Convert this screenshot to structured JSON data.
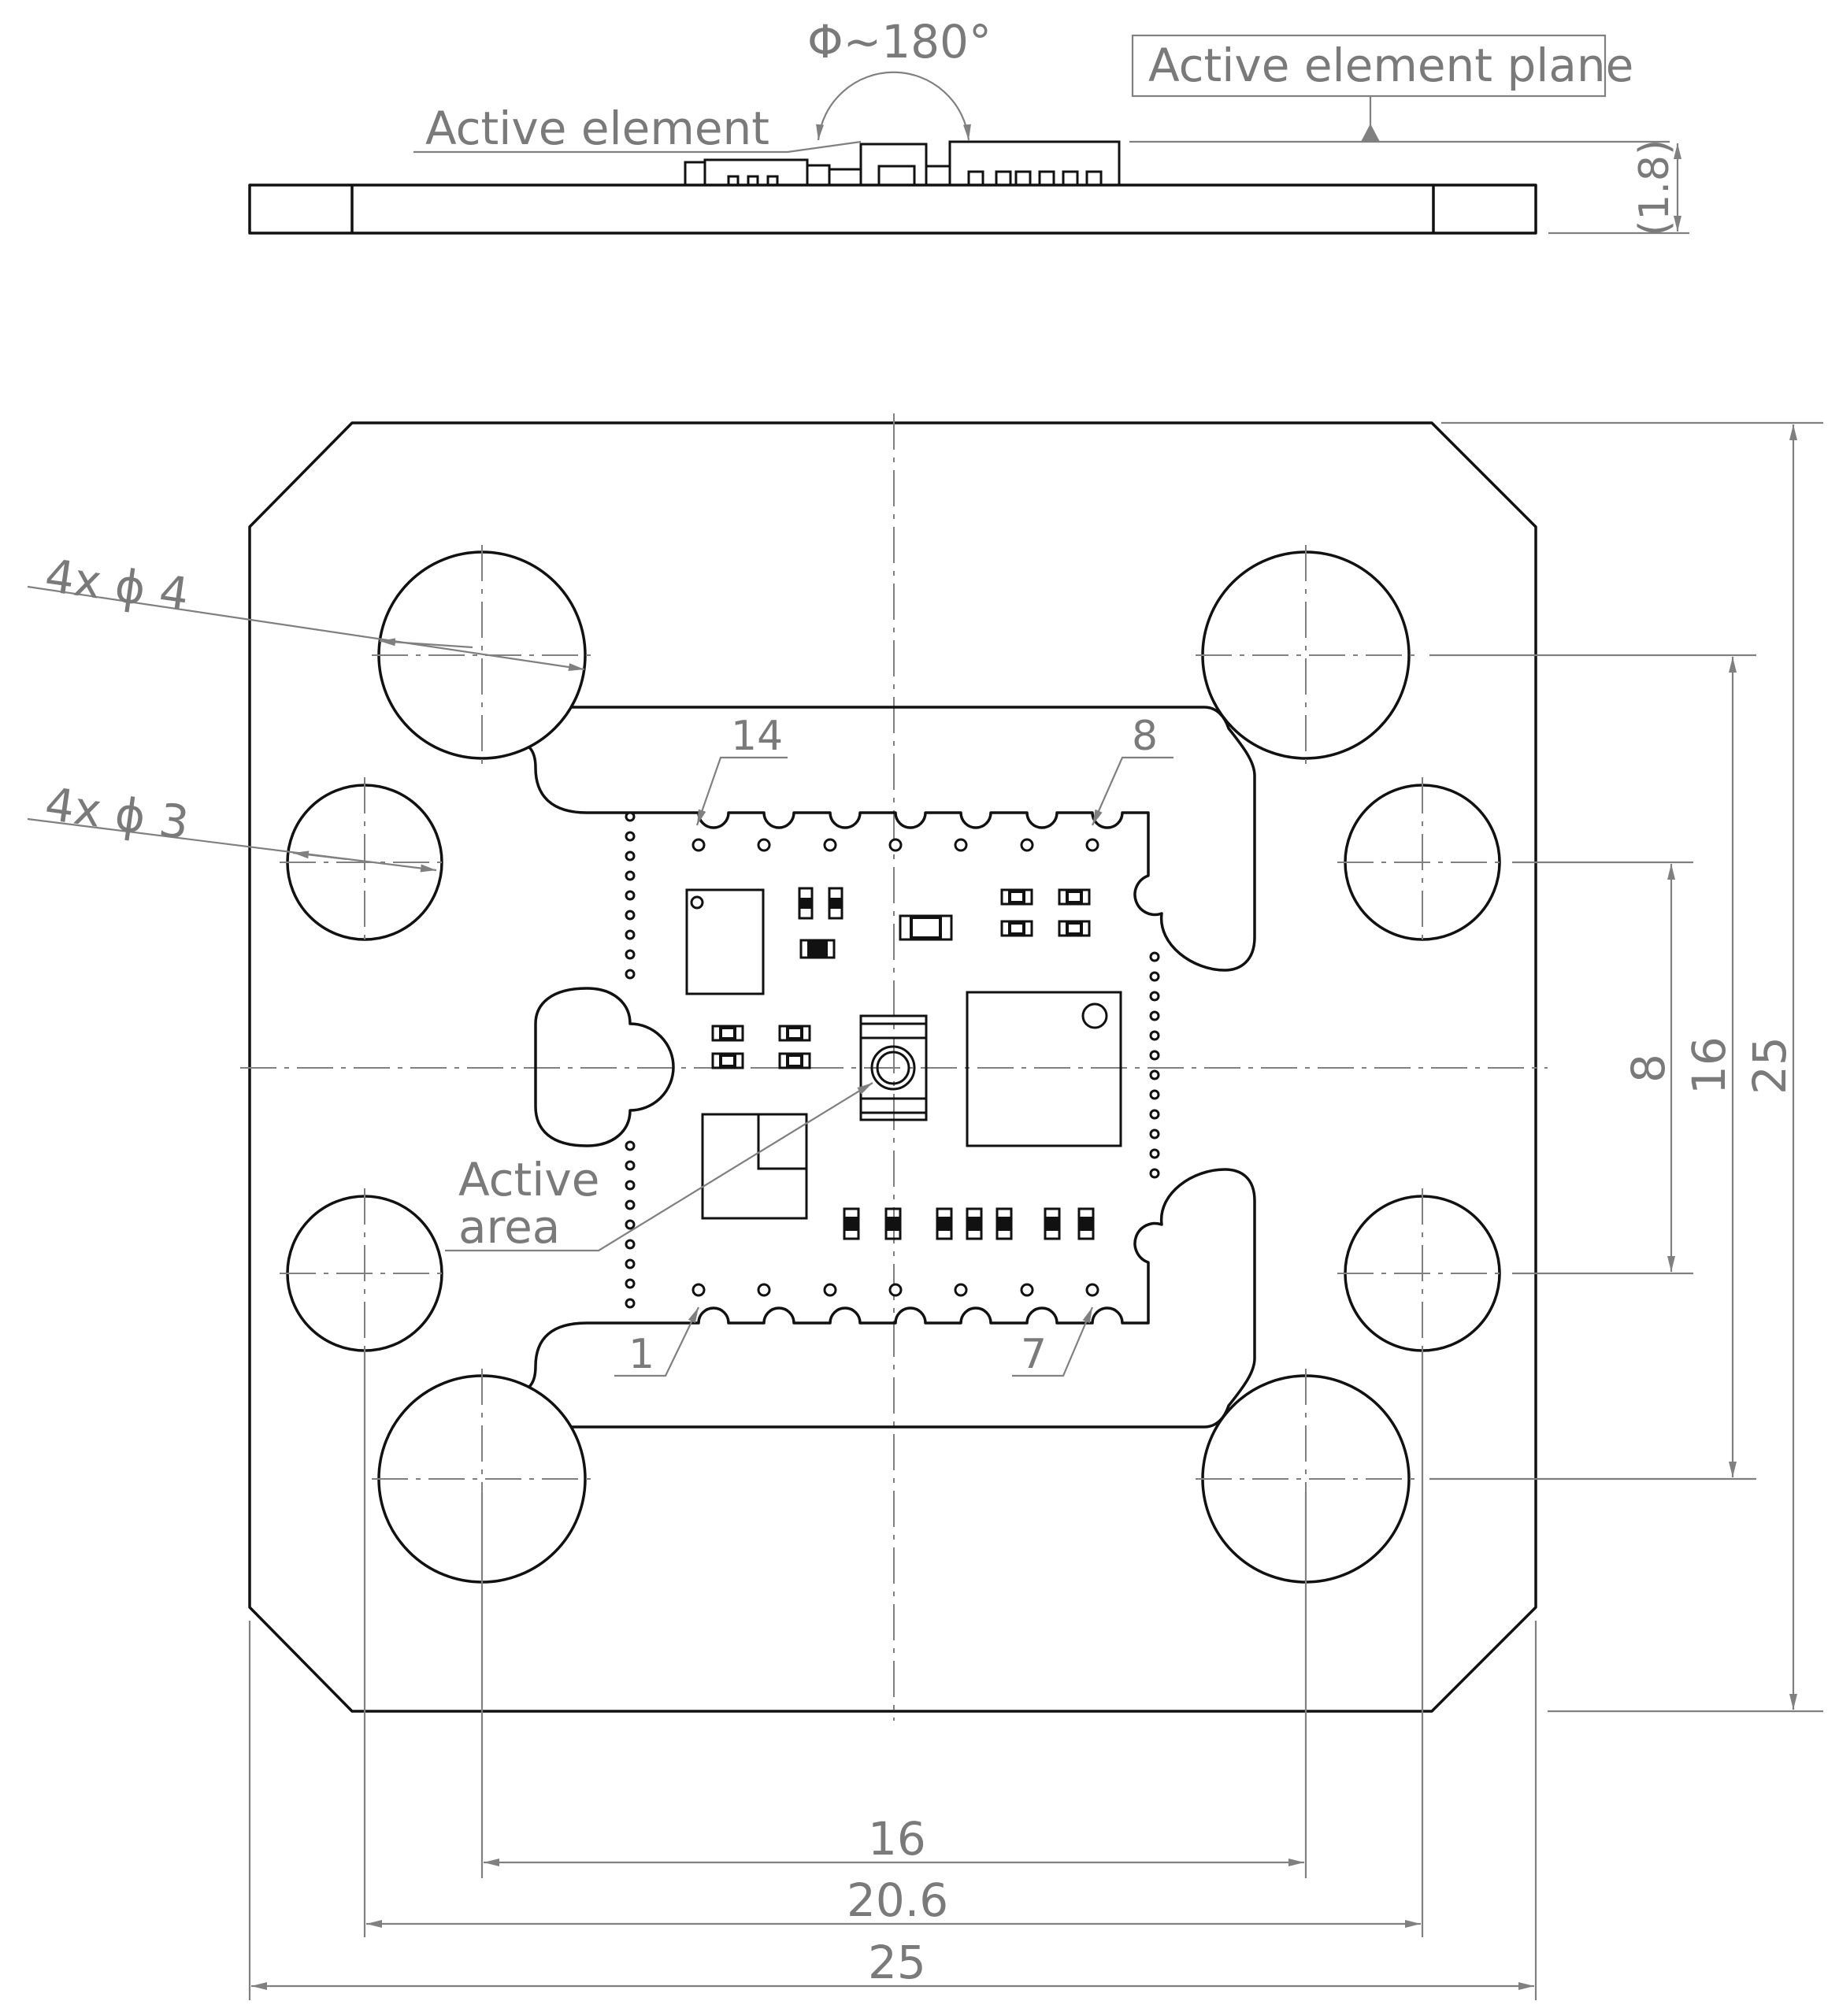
{
  "side_view": {
    "angle_label": "Φ~180°",
    "active_element_label": "Active element",
    "plane_label": "Active element plane",
    "thickness_label": "(1.8)"
  },
  "top_view": {
    "hole_large_label": "4x ϕ 4",
    "hole_small_label": "4x ϕ 3",
    "active_area_label_line1": "Active",
    "active_area_label_line2": "area",
    "pin_labels": [
      "14",
      "8",
      "1",
      "7"
    ]
  },
  "dimensions": {
    "horizontal": [
      "16",
      "20.6",
      "25"
    ],
    "vertical": [
      "8",
      "16",
      "25"
    ]
  }
}
